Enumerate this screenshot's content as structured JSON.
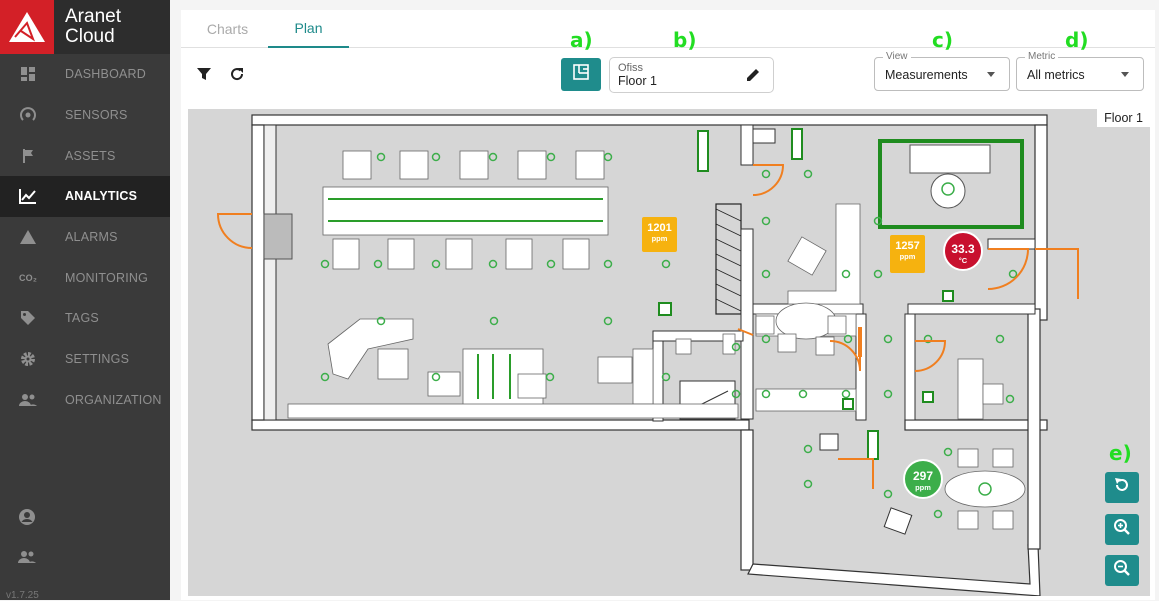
{
  "app": {
    "name_line1": "Aranet",
    "name_line2": "Cloud",
    "version": "v1.7.25"
  },
  "sidebar": {
    "items": [
      {
        "label": "DASHBOARD",
        "icon": "dashboard-icon"
      },
      {
        "label": "SENSORS",
        "icon": "sensors-icon"
      },
      {
        "label": "ASSETS",
        "icon": "flag-icon"
      },
      {
        "label": "ANALYTICS",
        "icon": "chart-icon",
        "active": true
      },
      {
        "label": "ALARMS",
        "icon": "warning-icon"
      },
      {
        "label": "MONITORING",
        "icon": "co2-icon",
        "icon_text": "CO₂"
      },
      {
        "label": "TAGS",
        "icon": "tag-icon"
      },
      {
        "label": "SETTINGS",
        "icon": "gear-icon"
      },
      {
        "label": "ORGANIZATION",
        "icon": "people-icon"
      }
    ]
  },
  "tabs": [
    {
      "label": "Charts"
    },
    {
      "label": "Plan",
      "active": true
    }
  ],
  "plan_select": {
    "line1": "Ofiss",
    "line2": "Floor 1"
  },
  "view_select": {
    "label": "View",
    "value": "Measurements"
  },
  "metric_select": {
    "label": "Metric",
    "value": "All metrics"
  },
  "annotations": {
    "a": "a)",
    "b": "b)",
    "c": "c)",
    "d": "d)",
    "e": "e)"
  },
  "canvas": {
    "floor_label": "Floor 1",
    "badges": [
      {
        "value": "1201",
        "unit": "ppm",
        "color": "#f6b20f"
      },
      {
        "value": "1257",
        "unit": "ppm",
        "color": "#f6b20f"
      },
      {
        "value": "33.3",
        "unit": "°C",
        "color": "#c8102e"
      },
      {
        "value": "297",
        "unit": "ppm",
        "color": "#3cae4a"
      }
    ]
  },
  "colors": {
    "accent": "#1f8c8c",
    "brand_red": "#d32027",
    "sensor_green": "#3cae4a",
    "door_orange": "#f07f20"
  }
}
